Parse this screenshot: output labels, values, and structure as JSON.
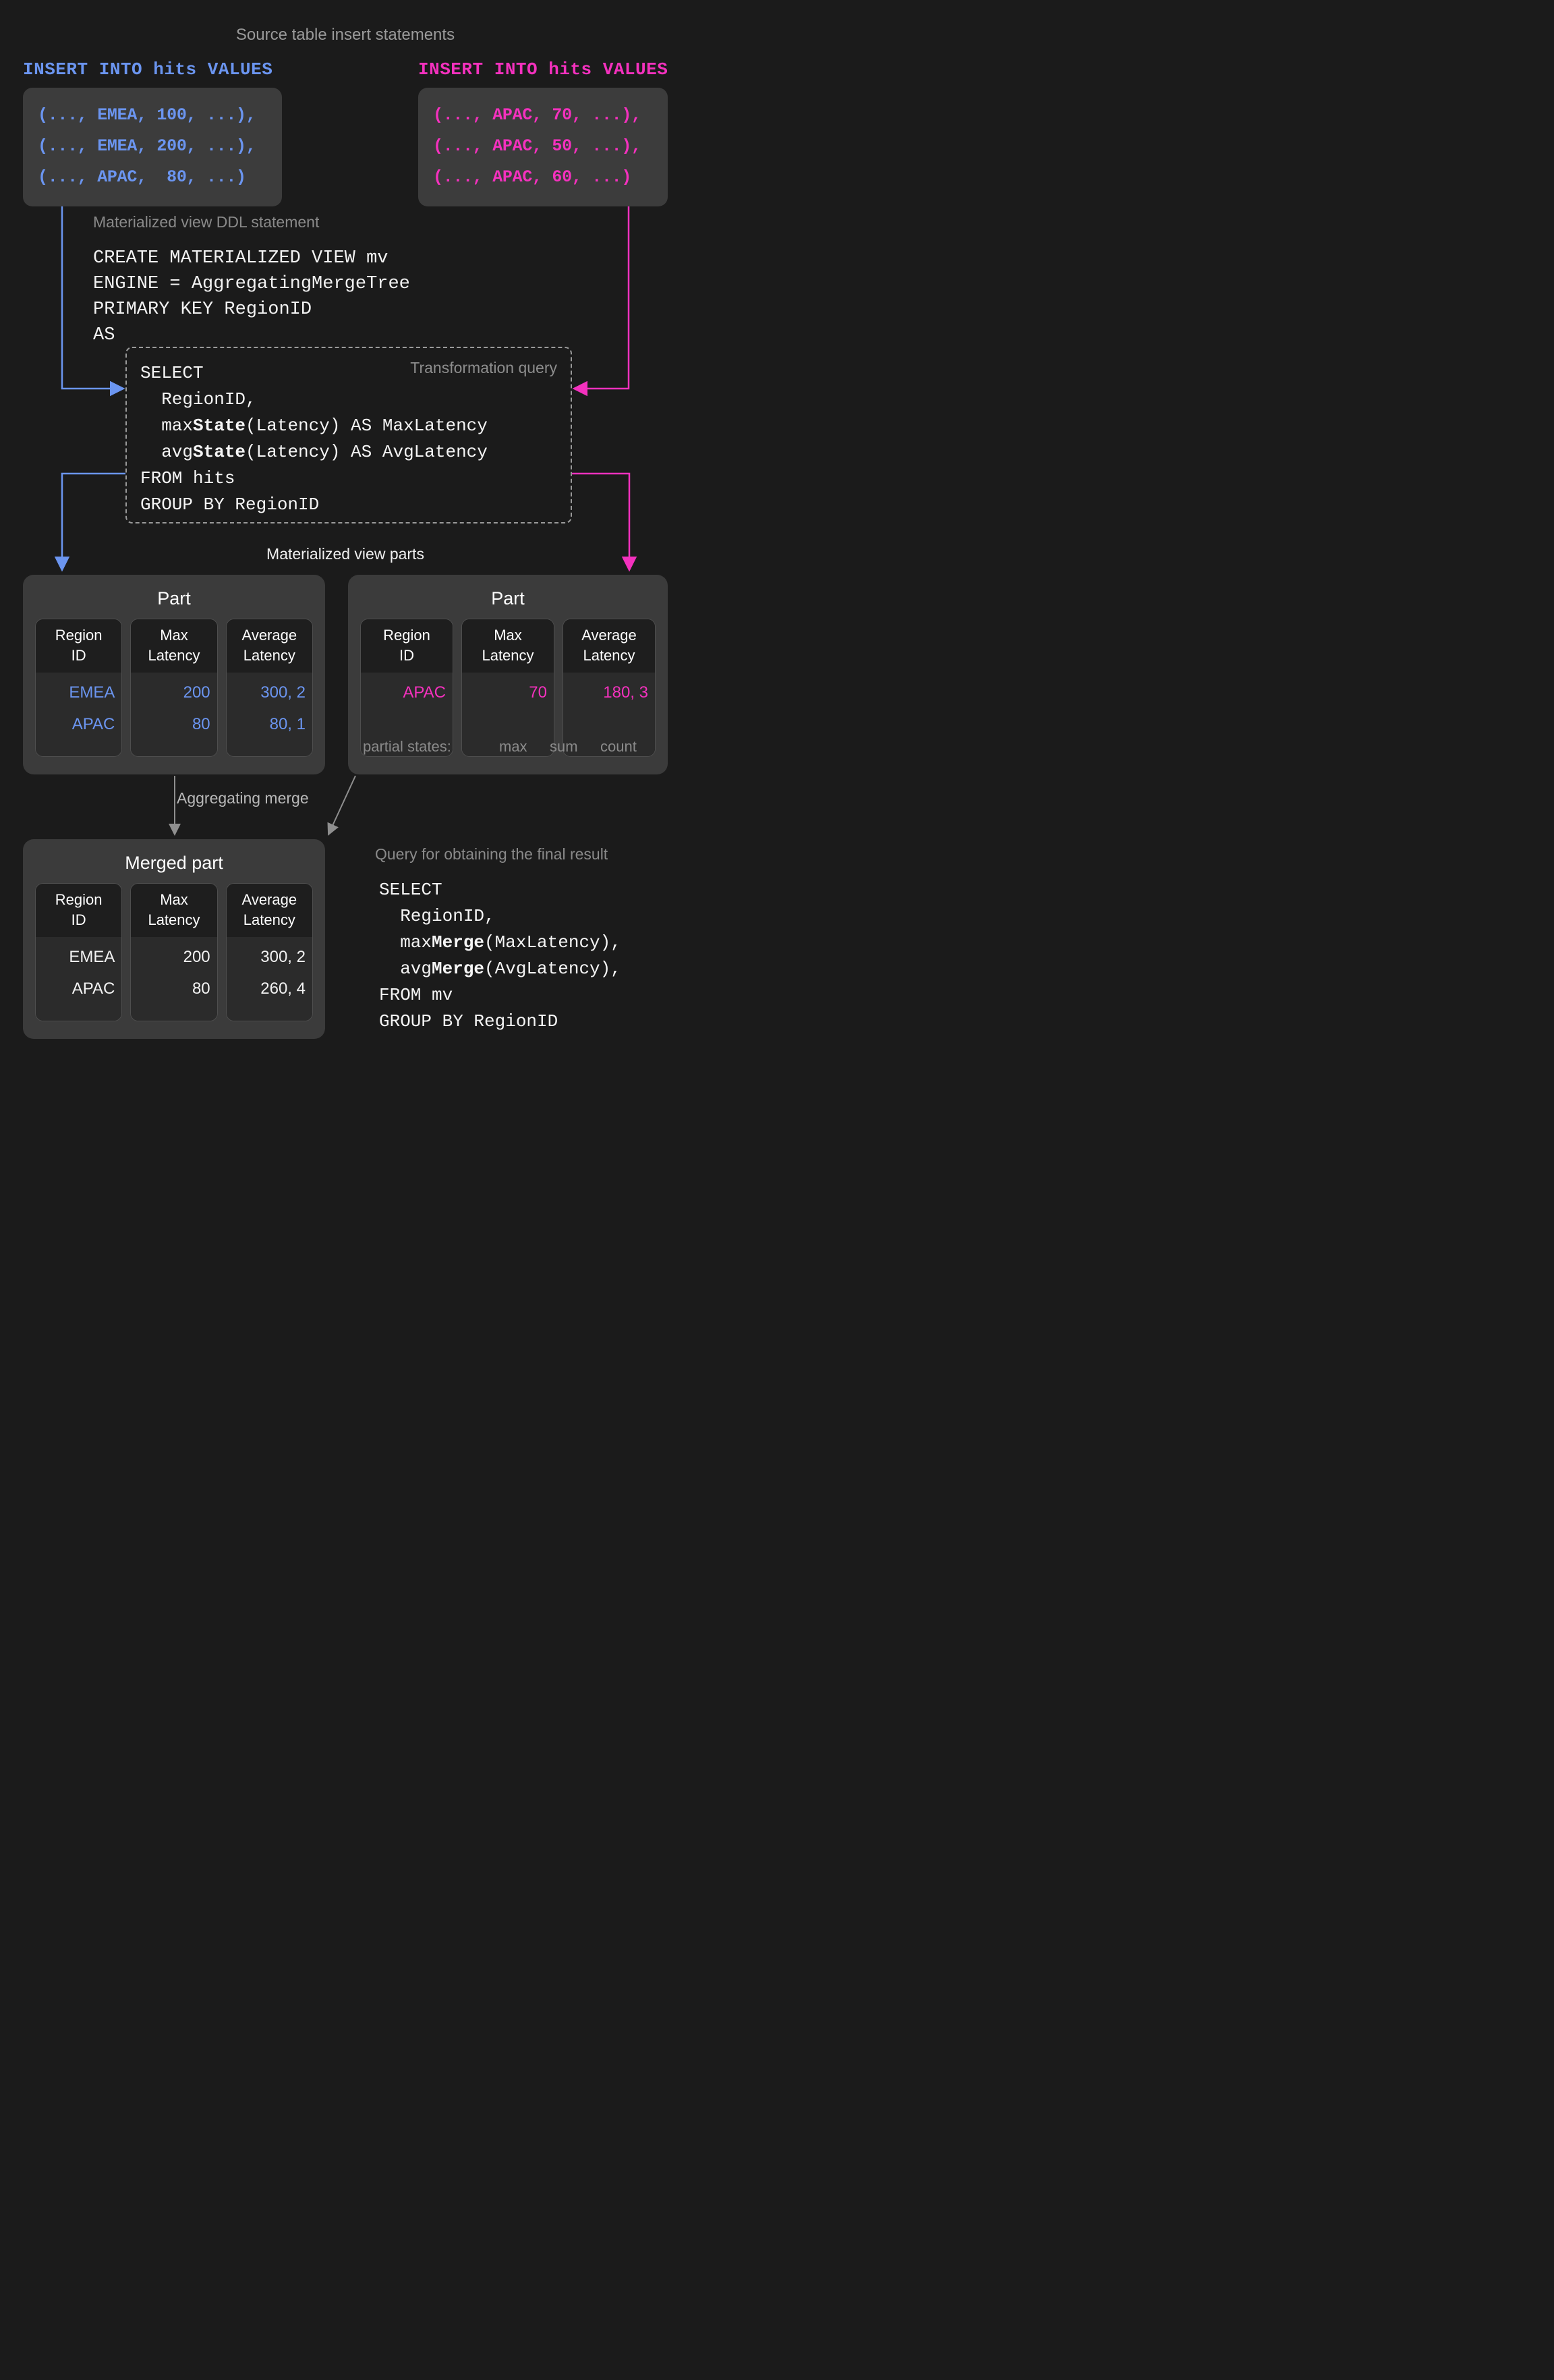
{
  "captions": {
    "source_inserts": "Source table insert statements",
    "ddl": "Materialized view DDL statement",
    "transformation_query": "Transformation query",
    "mv_parts": "Materialized view parts",
    "aggregating_merge": "Aggregating merge",
    "final_query": "Query for obtaining the final result"
  },
  "inserts": {
    "left": {
      "header": "INSERT INTO hits VALUES",
      "color": "#6b95f0",
      "rows": [
        "(..., EMEA, 100, ...),",
        "(..., EMEA, 200, ...),",
        "(..., APAC,  80, ...)"
      ]
    },
    "right": {
      "header": "INSERT INTO hits VALUES",
      "color": "#f431be",
      "rows": [
        "(..., APAC, 70, ...),",
        "(..., APAC, 50, ...),",
        "(..., APAC, 60, ...)"
      ]
    }
  },
  "ddl": {
    "code": "CREATE MATERIALIZED VIEW mv\nENGINE = AggregatingMergeTree\nPRIMARY KEY RegionID\nAS"
  },
  "transformation_query": {
    "lines": [
      {
        "text": "SELECT",
        "bold": ""
      },
      {
        "text": "  RegionID,",
        "bold": ""
      },
      {
        "pre": "  max",
        "bold": "State",
        "post": "(Latency) AS MaxLatency"
      },
      {
        "pre": "  avg",
        "bold": "State",
        "post": "(Latency) AS AvgLatency"
      },
      {
        "text": "FROM hits",
        "bold": ""
      },
      {
        "text": "GROUP BY RegionID",
        "bold": ""
      }
    ]
  },
  "parts": {
    "columns": [
      "Region\nID",
      "Max\nLatency",
      "Average\nLatency"
    ],
    "left": {
      "title": "Part",
      "color": "#6b95f0",
      "rows": [
        [
          "EMEA",
          "200",
          "300, 2"
        ],
        [
          "APAC",
          "80",
          "80, 1"
        ]
      ]
    },
    "right": {
      "title": "Part",
      "color": "#f431be",
      "rows": [
        [
          "APAC",
          "70",
          "180, 3"
        ]
      ]
    },
    "merged": {
      "title": "Merged part",
      "color": "#f2f2f2",
      "rows": [
        [
          "EMEA",
          "200",
          "300, 2"
        ],
        [
          "APAC",
          "80",
          "260, 4"
        ]
      ]
    }
  },
  "partial_states": {
    "label": "partial states:",
    "tags": [
      "max",
      "sum",
      "count"
    ]
  },
  "final_query": {
    "lines": [
      {
        "text": "SELECT",
        "bold": ""
      },
      {
        "text": "  RegionID,",
        "bold": ""
      },
      {
        "pre": "  max",
        "bold": "Merge",
        "post": "(MaxLatency),"
      },
      {
        "pre": "  avg",
        "bold": "Merge",
        "post": "(AvgLatency),"
      },
      {
        "text": "FROM mv",
        "bold": ""
      },
      {
        "text": "GROUP BY RegionID",
        "bold": ""
      }
    ]
  },
  "colors": {
    "background": "#1b1b1b",
    "blue": "#6b95f0",
    "pink": "#f431be",
    "panel": "#3b3b3b",
    "cell": "#1e1e1e",
    "muted": "#8a8a8a"
  }
}
